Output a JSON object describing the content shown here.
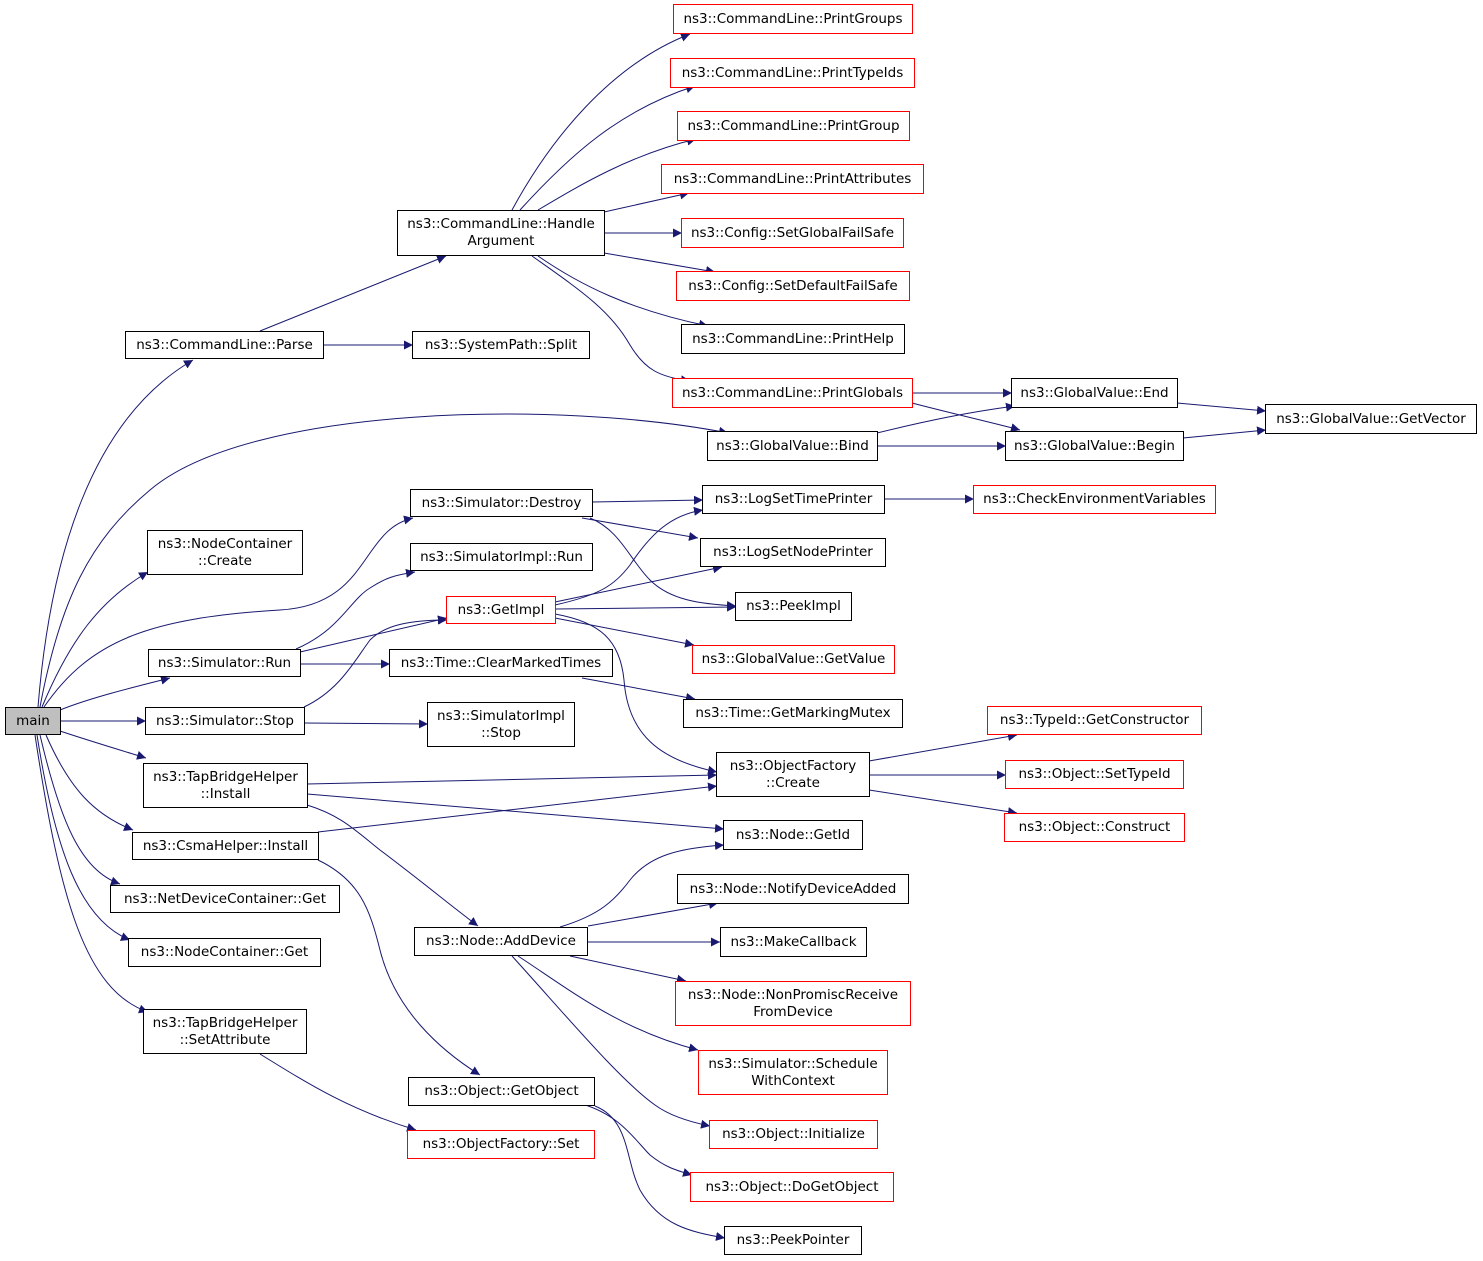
{
  "colors": {
    "edge": "#191970",
    "node_border": "#000000",
    "node_border_truncated": "#ff0000",
    "root_fill": "#bfbfbf"
  },
  "nodes": {
    "main": "main",
    "cl_parse": "ns3::CommandLine::Parse",
    "cl_handle": "ns3::CommandLine::Handle\nArgument",
    "sp_split": "ns3::SystemPath::Split",
    "cl_printgroups": "ns3::CommandLine::PrintGroups",
    "cl_printtypeids": "ns3::CommandLine::PrintTypeIds",
    "cl_printgroup": "ns3::CommandLine::PrintGroup",
    "cl_printattrs": "ns3::CommandLine::PrintAttributes",
    "cfg_setglobal": "ns3::Config::SetGlobalFailSafe",
    "cfg_setdefault": "ns3::Config::SetDefaultFailSafe",
    "cl_printhelp": "ns3::CommandLine::PrintHelp",
    "cl_printglobals": "ns3::CommandLine::PrintGlobals",
    "gv_end": "ns3::GlobalValue::End",
    "gv_begin": "ns3::GlobalValue::Begin",
    "gv_getvector": "ns3::GlobalValue::GetVector",
    "gv_bind": "ns3::GlobalValue::Bind",
    "sim_destroy": "ns3::Simulator::Destroy",
    "log_time": "ns3::LogSetTimePrinter",
    "check_env": "ns3::CheckEnvironmentVariables",
    "nc_create": "ns3::NodeContainer\n::Create",
    "simimpl_run": "ns3::SimulatorImpl::Run",
    "log_node": "ns3::LogSetNodePrinter",
    "getimpl": "ns3::GetImpl",
    "peekimpl": "ns3::PeekImpl",
    "sim_run": "ns3::Simulator::Run",
    "time_clear": "ns3::Time::ClearMarkedTimes",
    "gv_getvalue": "ns3::GlobalValue::GetValue",
    "time_mutex": "ns3::Time::GetMarkingMutex",
    "sim_stop": "ns3::Simulator::Stop",
    "simimpl_stop": "ns3::SimulatorImpl\n::Stop",
    "typeid_ctor": "ns3::TypeId::GetConstructor",
    "of_create": "ns3::ObjectFactory\n::Create",
    "tbh_install": "ns3::TapBridgeHelper\n::Install",
    "obj_settypeid": "ns3::Object::SetTypeId",
    "obj_construct": "ns3::Object::Construct",
    "node_getid": "ns3::Node::GetId",
    "csma_install": "ns3::CsmaHelper::Install",
    "node_notify": "ns3::Node::NotifyDeviceAdded",
    "ndc_get": "ns3::NetDeviceContainer::Get",
    "node_adddevice": "ns3::Node::AddDevice",
    "makecallback": "ns3::MakeCallback",
    "nc_get": "ns3::NodeContainer::Get",
    "node_nonpromisc": "ns3::Node::NonPromiscReceive\nFromDevice",
    "tbh_setattr": "ns3::TapBridgeHelper\n::SetAttribute",
    "sim_schedule": "ns3::Simulator::Schedule\nWithContext",
    "obj_getobject": "ns3::Object::GetObject",
    "obj_initialize": "ns3::Object::Initialize",
    "of_set": "ns3::ObjectFactory::Set",
    "obj_dogetobject": "ns3::Object::DoGetObject",
    "peekpointer": "ns3::PeekPointer"
  }
}
